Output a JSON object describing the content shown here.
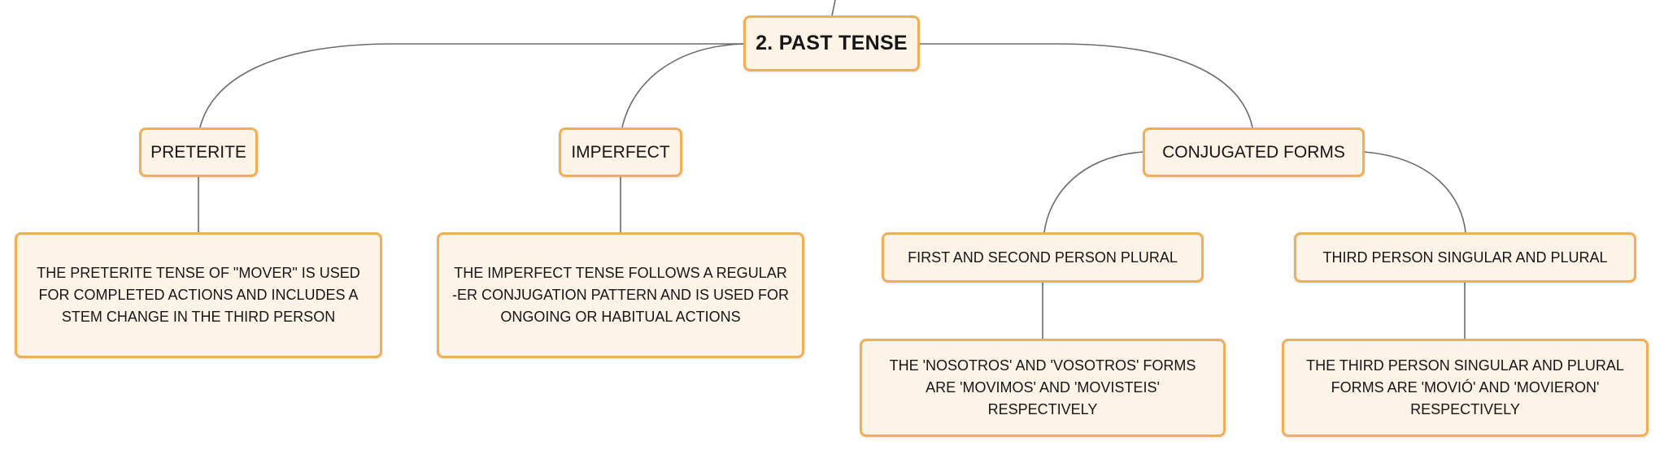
{
  "diagram": {
    "root": {
      "label": "2. PAST TENSE"
    },
    "preterite": {
      "label": "PRETERITE",
      "description": "THE PRETERITE TENSE OF \"MOVER\" IS USED FOR COMPLETED ACTIONS AND INCLUDES A STEM CHANGE IN THE THIRD PERSON"
    },
    "imperfect": {
      "label": "IMPERFECT",
      "description": "THE IMPERFECT TENSE FOLLOWS A REGULAR -ER CONJUGATION PATTERN AND IS USED FOR ONGOING OR HABITUAL ACTIONS"
    },
    "conjugated_forms": {
      "label": "CONJUGATED FORMS",
      "first_second_plural": {
        "label": "FIRST AND SECOND PERSON PLURAL",
        "description": "THE 'NOSOTROS' AND 'VOSOTROS' FORMS ARE 'MOVIMOS' AND 'MOVISTEIS' RESPECTIVELY"
      },
      "third_person": {
        "label": "THIRD PERSON SINGULAR AND PLURAL",
        "description": "THE THIRD PERSON SINGULAR AND PLURAL FORMS ARE 'MOVIÓ' AND 'MOVIERON' RESPECTIVELY"
      }
    }
  },
  "colors": {
    "node_fill": "#fdf3e7",
    "node_border": "#f0ae55",
    "connector": "#6b6b6b"
  }
}
